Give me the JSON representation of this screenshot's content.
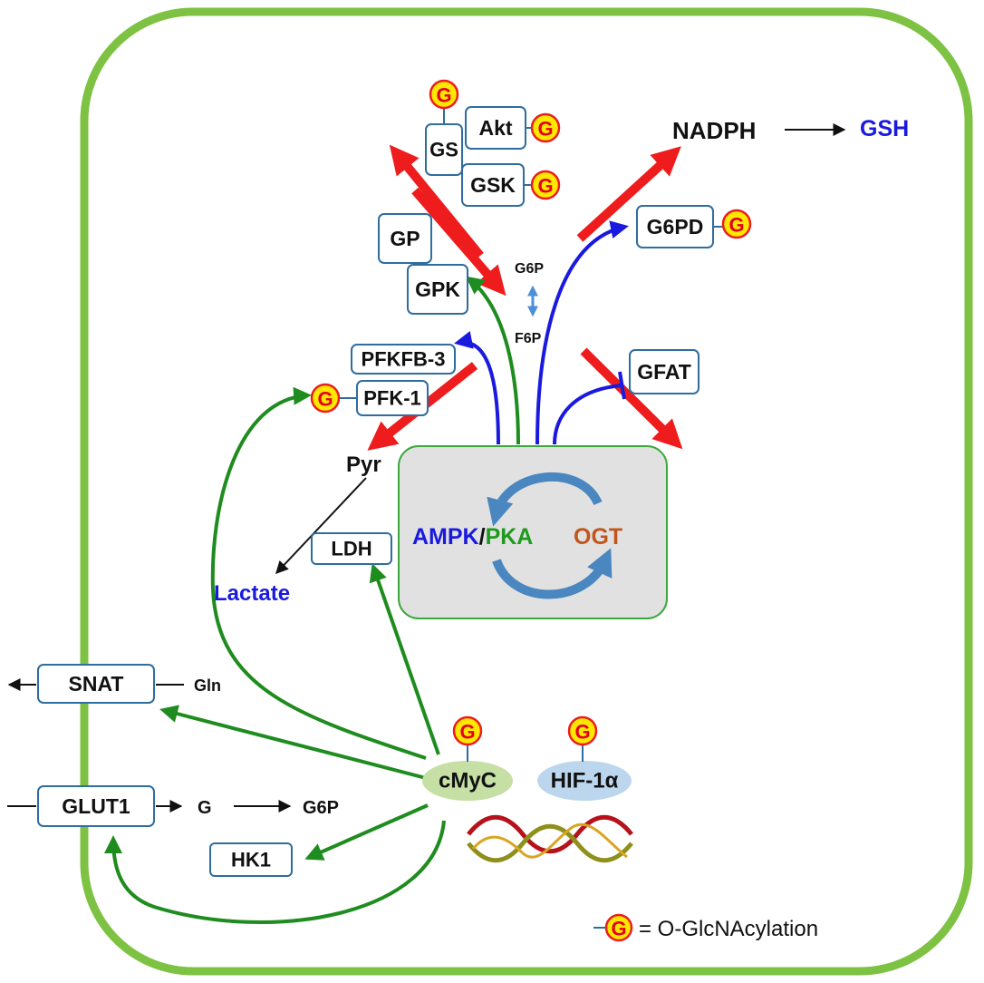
{
  "labels": {
    "nadph": "NADPH",
    "gsh": "GSH",
    "g6p_top": "G6P",
    "f6p": "F6P",
    "pyr": "Pyr",
    "lactate": "Lactate",
    "gln": "Gln",
    "g": "G",
    "g6p_bottom": "G6P",
    "ampk": "AMPK",
    "slash": "/",
    "pka": "PKA",
    "ogt": "OGT",
    "cmyc": "cMyC",
    "hif": "HIF-1α",
    "legend_text": "= O-GlcNAcylation"
  },
  "boxes": {
    "gs": "GS",
    "akt": "Akt",
    "gsk": "GSK",
    "gp": "GP",
    "gpk": "GPK",
    "g6pd": "G6PD",
    "pfkfb3": "PFKFB-3",
    "pfk1": "PFK-1",
    "gfat": "GFAT",
    "ldh": "LDH",
    "snat": "SNAT",
    "glut1": "GLUT1",
    "hk1": "HK1"
  },
  "glyco_symbol": "G",
  "colors": {
    "cell_border": "#7dc242",
    "red_arrow": "#ee1c1c",
    "blue_arrow": "#1a1adf",
    "green_arrow": "#1e8c1e",
    "ampk_text": "#1a1adf",
    "pka_text": "#1e9a1e",
    "ogt_text": "#c0561c",
    "lactate_text": "#1a1adf",
    "gsh_text": "#1a1adf",
    "glyco_fill": "#ffe800",
    "glyco_ring": "#ee1c1c",
    "glyco_text": "#e3001b",
    "hub_fill": "#e1e1e1",
    "hub_border": "#3aa83a",
    "cmyc_fill": "#c5dfa5",
    "hif_fill": "#bcd6ee"
  }
}
